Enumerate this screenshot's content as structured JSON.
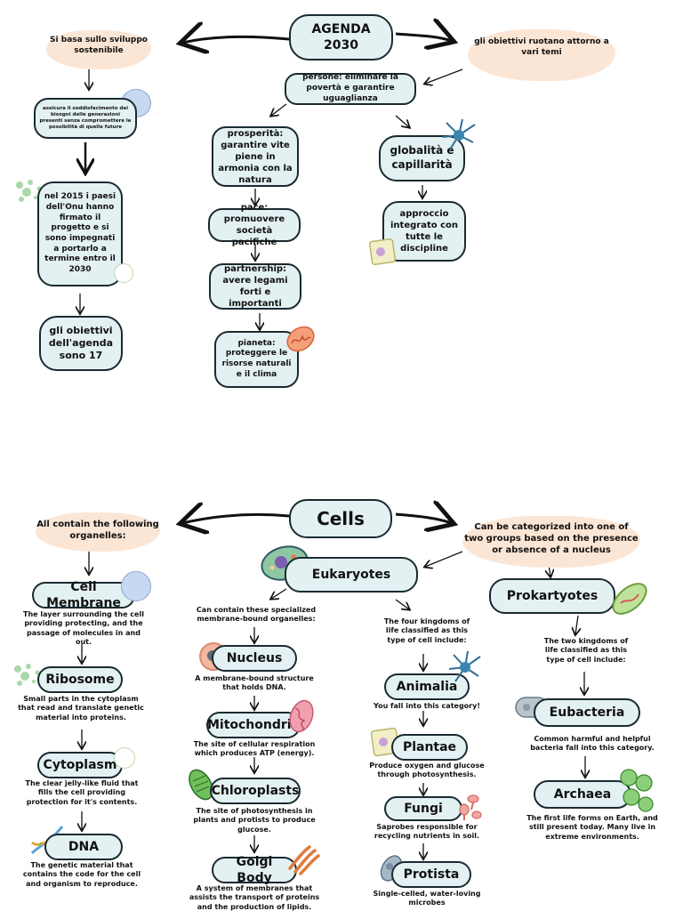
{
  "agenda": {
    "title": "AGENDA 2030",
    "left_note": "Si basa sullo sviluppo sostenibile",
    "right_note": "gli obiettivi ruotano attorno a vari temi",
    "definition": "assicura il soddisfacimento dei bisogni delle generazioni presenti senza compromettere le possibilità di quelle future",
    "history": "nel 2015 i paesi dell'Onu hanno firmato il progetto e si sono impegnati a portarlo a termine entro il 2030",
    "goals": "gli obiettivi dell'agenda sono 17",
    "persone": "persone: eliminare la povertà e garantire uguaglianza",
    "prosperita": "prosperità: garantire vite piene in armonia con la natura",
    "pace": "pace: promuovere società pacifiche",
    "partnership": "partnership: avere legami forti e importanti",
    "pianeta": "pianeta: proteggere le risorse naturali e il clima",
    "globalita": "globalità e capillarità",
    "approccio": "approccio integrato con tutte le discipline"
  },
  "cells": {
    "title": "Cells",
    "left_note": "All contain the following organelles:",
    "right_note": "Can be categorized into one of two groups based on the presence or absence of a nucleus",
    "common": [
      {
        "name": "Cell Membrane",
        "desc": "The layer surrounding the cell providing protecting, and the passage of molecules in and out."
      },
      {
        "name": "Ribosome",
        "desc": "Small parts in the cytoplasm that read and translate genetic material into proteins."
      },
      {
        "name": "Cytoplasm",
        "desc": "The clear jelly-like fluid that fills the cell providing protection for it's contents."
      },
      {
        "name": "DNA",
        "desc": "The genetic material that contains the code for the cell and organism to reproduce."
      }
    ],
    "eukaryotes": {
      "name": "Eukaryotes",
      "organelles_intro": "Can contain these specialized membrane-bound organelles:",
      "organelles": [
        {
          "name": "Nucleus",
          "desc": "A membrane-bound structure that holds DNA."
        },
        {
          "name": "Mitochondria",
          "desc": "The site of cellular respiration which produces ATP (energy)."
        },
        {
          "name": "Chloroplasts",
          "desc": "The site of photosynthesis in plants and protists to produce glucose."
        },
        {
          "name": "Golgi Body",
          "desc": "A system of membranes that assists the transport of proteins and the production of lipids."
        }
      ],
      "kingdoms_intro": "The four kingdoms of life classified as this type of cell include:",
      "kingdoms": [
        {
          "name": "Animalia",
          "desc": "You fall into this category!"
        },
        {
          "name": "Plantae",
          "desc": "Produce oxygen and glucose through photosynthesis."
        },
        {
          "name": "Fungi",
          "desc": "Saprobes responsible for recycling nutrients in soil."
        },
        {
          "name": "Protista",
          "desc": "Single-celled, water-loving microbes"
        }
      ]
    },
    "prokaryotes": {
      "name": "Prokartyotes",
      "kingdoms_intro": "The two kingdoms of life classified as this type of cell include:",
      "kingdoms": [
        {
          "name": "Eubacteria",
          "desc": "Common harmful and helpful bacteria fall into this category."
        },
        {
          "name": "Archaea",
          "desc": "The first life forms on Earth, and still present today. Many live in extreme environments."
        }
      ]
    }
  }
}
